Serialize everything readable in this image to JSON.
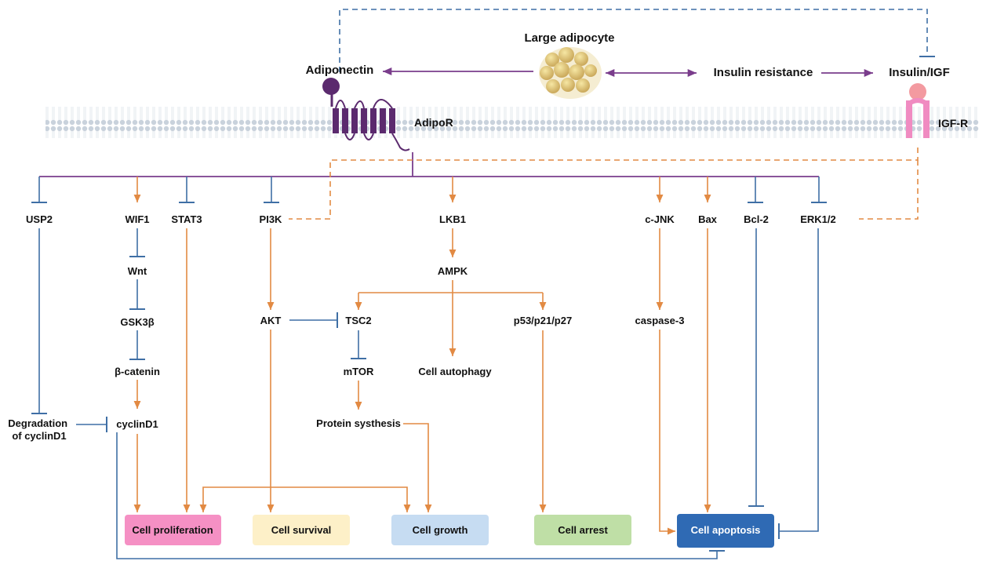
{
  "top": {
    "large_adipocyte": "Large adipocyte",
    "adiponectin": "Adiponectin",
    "insulin_resistance": "Insulin resistance",
    "insulin_igf": "Insulin/IGF",
    "adipor": "AdipoR",
    "igf_r": "IGF-R"
  },
  "nodes": {
    "usp2": "USP2",
    "wif1": "WIF1",
    "stat3": "STAT3",
    "pi3k": "PI3K",
    "lkb1": "LKB1",
    "cjnk": "c-JNK",
    "bax": "Bax",
    "bcl2": "Bcl-2",
    "erk": "ERK1/2",
    "wnt": "Wnt",
    "ampk": "AMPK",
    "gsk3b": "GSK3β",
    "akt": "AKT",
    "tsc2": "TSC2",
    "p53": "p53/p21/p27",
    "caspase3": "caspase-3",
    "bcatenin": "β-catenin",
    "mtor": "mTOR",
    "autophagy": "Cell autophagy",
    "degradation_line1": "Degradation",
    "degradation_line2": "of cyclinD1",
    "cyclind1": "cyclinD1",
    "protein_synthesis": "Protein systhesis"
  },
  "outcomes": {
    "proliferation": "Cell proliferation",
    "survival": "Cell survival",
    "growth": "Cell growth",
    "arrest": "Cell arrest",
    "apoptosis": "Cell apoptosis"
  },
  "colors": {
    "activation": "#e28a43",
    "inhibition": "#3f6fa5",
    "adiponectin_path": "#7a3d8c",
    "proliferation_box": "#f590c4",
    "survival_box": "#fdf0c8",
    "growth_box": "#c6dcf2",
    "arrest_box": "#bfdfa6",
    "apoptosis_box": "#2f6ab4"
  }
}
